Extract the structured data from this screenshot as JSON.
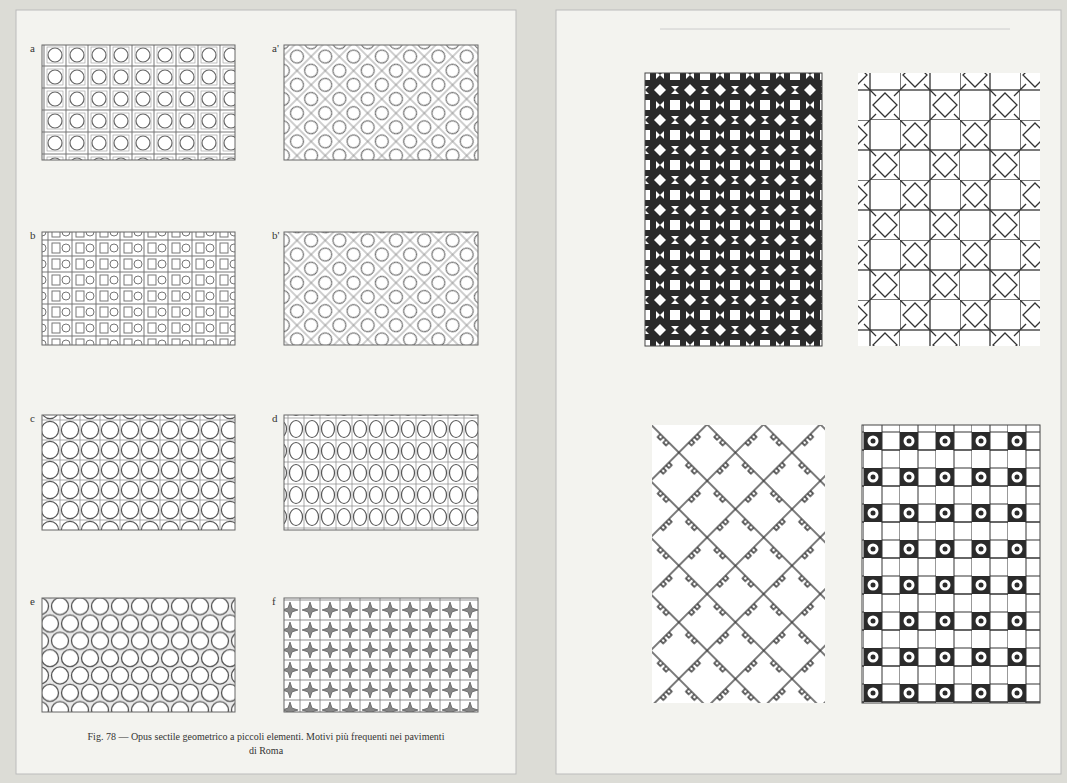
{
  "diagram": {
    "caption": "Fig. 78 — Opus sectile geometrico a piccoli elementi. Motivi più frequenti nei pavimenti di Roma",
    "labels": [
      "a",
      "a'",
      "b",
      "b'",
      "c",
      "d",
      "e",
      "f"
    ]
  }
}
